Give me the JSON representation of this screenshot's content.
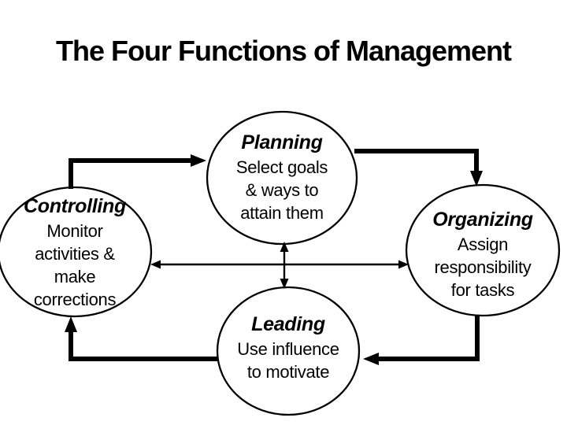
{
  "title": "The Four Functions of Management",
  "diagram": {
    "background_color": "#ffffff",
    "stroke_color": "#000000",
    "text_color": "#000000",
    "nodes": [
      {
        "id": "planning",
        "label": "Planning",
        "description": [
          "Select goals",
          "& ways to",
          "attain them"
        ]
      },
      {
        "id": "organizing",
        "label": "Organizing",
        "description": [
          "Assign",
          "responsibility",
          "for tasks"
        ]
      },
      {
        "id": "leading",
        "label": "Leading",
        "description": [
          "Use influence",
          "to motivate"
        ]
      },
      {
        "id": "controlling",
        "label": "Controlling",
        "description": [
          "Monitor",
          "activities &",
          "make",
          "corrections"
        ]
      }
    ],
    "connections": [
      {
        "from": "controlling",
        "to": "planning",
        "style": "thick-one-way"
      },
      {
        "from": "planning",
        "to": "organizing",
        "style": "thick-one-way"
      },
      {
        "from": "organizing",
        "to": "leading",
        "style": "thick-one-way"
      },
      {
        "from": "leading",
        "to": "controlling",
        "style": "thick-one-way"
      },
      {
        "from": "controlling",
        "to": "organizing",
        "style": "thin-two-way"
      },
      {
        "from": "planning",
        "to": "leading",
        "style": "thin-two-way"
      }
    ]
  }
}
